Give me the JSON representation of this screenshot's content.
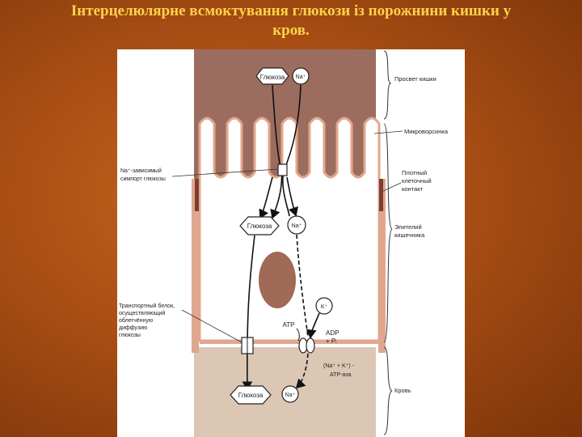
{
  "slide": {
    "title_line1": "Інтерцелюлярне всмоктування глюкози із порожнини кишки у",
    "title_line2": "кров."
  },
  "diagram": {
    "labels": {
      "lumen": "Просвет кишки",
      "microvilli": "Микроворсинка",
      "symport_1": "Na⁺-зависимый",
      "symport_2": "симпорт глюкозы",
      "tight_1": "Плотный",
      "tight_2": "клеточный",
      "tight_3": "контакт",
      "epithelium_1": "Эпителий",
      "epithelium_2": "кишечника",
      "transporter_1": "Транспортный белок,",
      "transporter_2": "осуществляющий",
      "transporter_3": "облегчённую",
      "transporter_4": "диффузию",
      "transporter_5": "глюкозы",
      "blood": "Кровь"
    },
    "molecules": {
      "glucose": "Глюкоза",
      "sodium": "Na⁺",
      "potassium": "K⁺"
    },
    "pump": {
      "atp": "ATP",
      "adp": "ADP",
      "pi": "+ Pᵢ",
      "enzyme_1": "(Na⁺ + K⁺) -",
      "enzyme_2": "ATP-аза"
    },
    "colors": {
      "lumen_fill": "#9c6d5f",
      "blood_fill": "#dcc6b4",
      "membrane": "#e1a78e",
      "nucleus": "#a06a56"
    }
  }
}
